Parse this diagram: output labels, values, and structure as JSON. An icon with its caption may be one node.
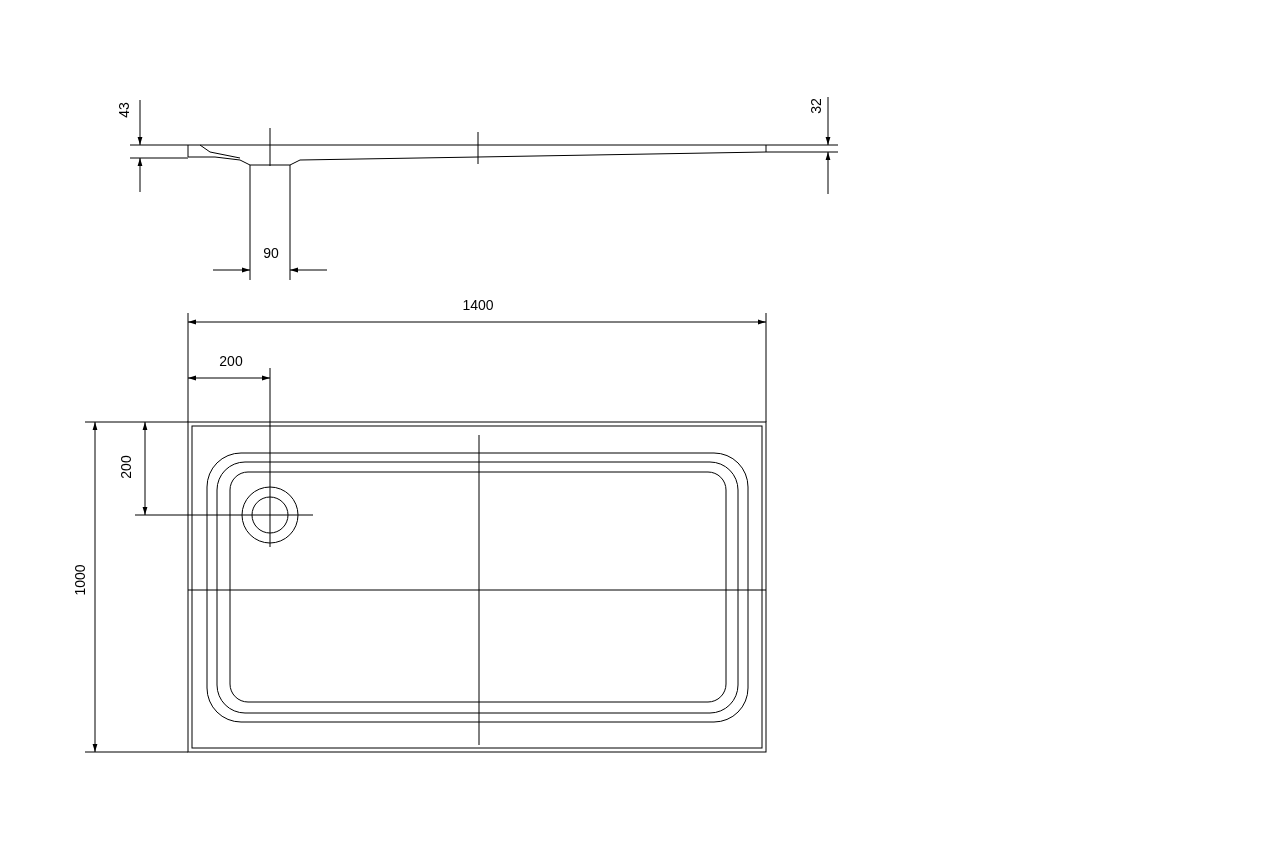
{
  "diagram": {
    "labels": [
      "43",
      "32",
      "90",
      "1400",
      "200",
      "200",
      "1000"
    ]
  }
}
